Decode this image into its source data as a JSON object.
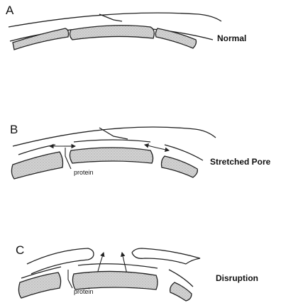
{
  "panels": [
    {
      "letter": "A",
      "caption": "Normal"
    },
    {
      "letter": "B",
      "caption": "Stretched Pore",
      "label": "protein"
    },
    {
      "letter": "C",
      "caption": "Disruption",
      "label": "protein"
    }
  ],
  "colors": {
    "ink": "#222222",
    "cell_fill": "#cfcfcf"
  }
}
